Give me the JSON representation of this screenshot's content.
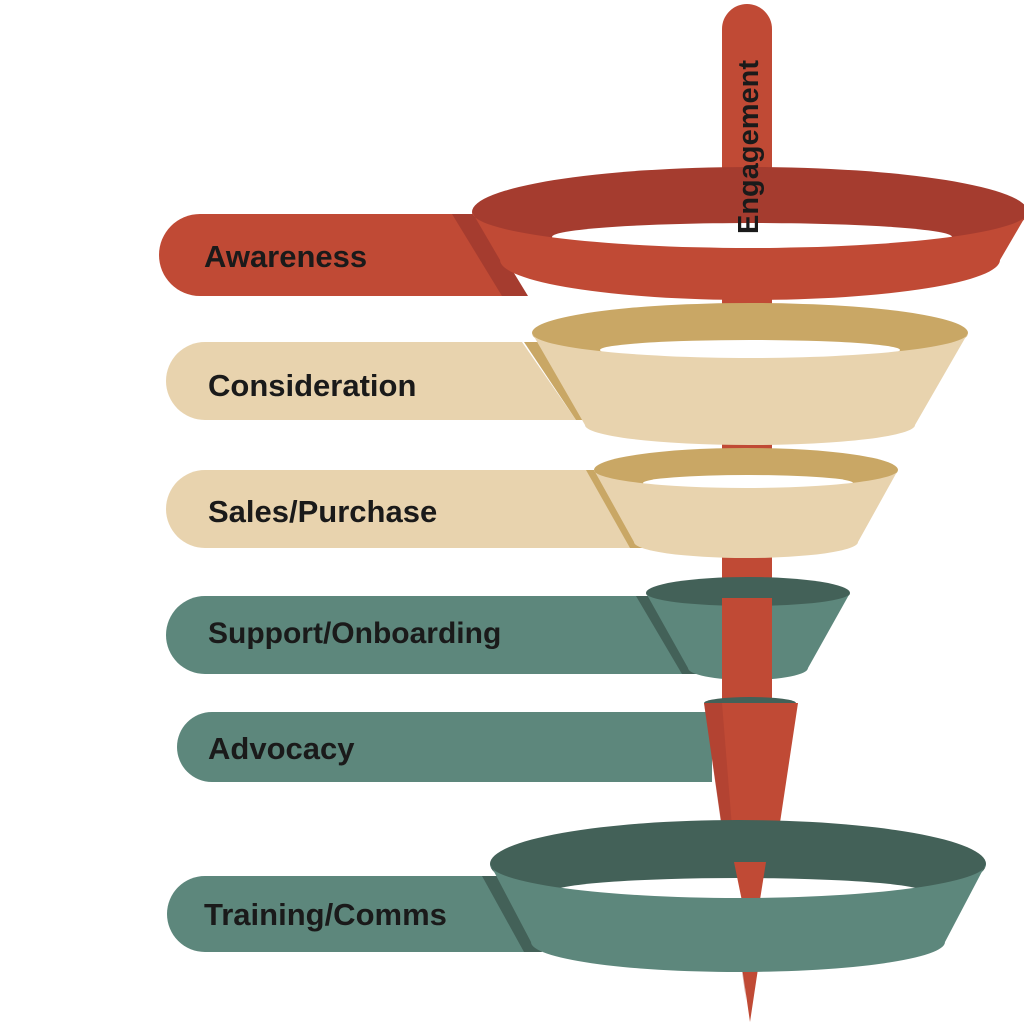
{
  "axis_label": "Engagement",
  "colors": {
    "red": "#C04A35",
    "red_dark": "#A53C2F",
    "tan": "#E8D3AE",
    "tan_dark": "#C9A765",
    "teal": "#5D877C",
    "teal_dark": "#436158",
    "text": "#1a1a1a"
  },
  "stages": [
    {
      "label": "Awareness",
      "theme": "red"
    },
    {
      "label": "Consideration",
      "theme": "tan"
    },
    {
      "label": "Sales/Purchase",
      "theme": "tan"
    },
    {
      "label": "Support/Onboarding",
      "theme": "teal"
    },
    {
      "label": "Advocacy",
      "theme": "teal"
    },
    {
      "label": "Training/Comms",
      "theme": "teal"
    }
  ]
}
